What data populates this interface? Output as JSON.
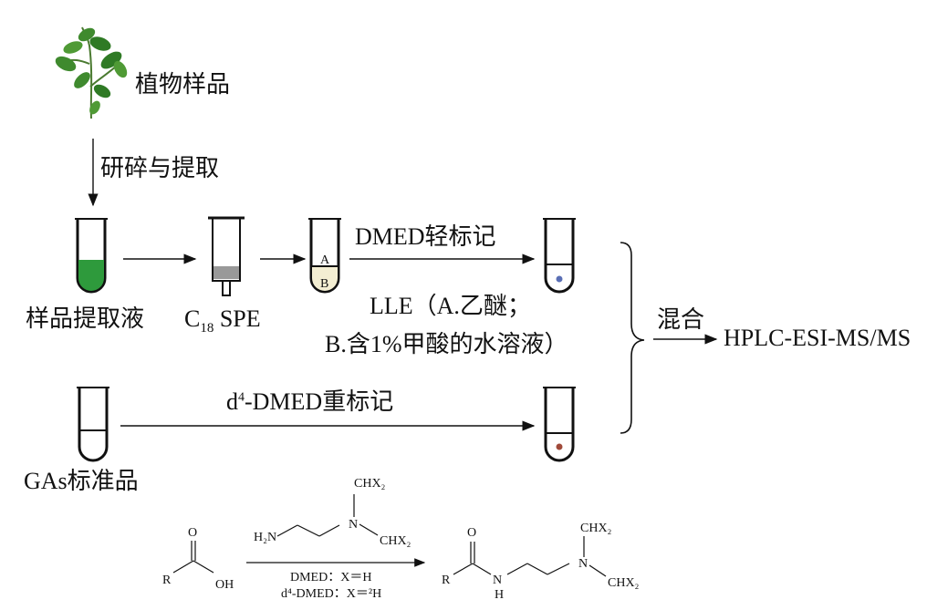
{
  "labels": {
    "plant_sample": "植物样品",
    "grind_extract": "研碎与提取",
    "sample_extract": "样品提取液",
    "spe": {
      "base": "C",
      "sub": "18",
      "rest": " SPE"
    },
    "light_label": "DMED轻标记",
    "lle_line1": "LLE（A.乙醚；",
    "lle_line2": "B.含1%甲酸的水溶液）",
    "heavy_label": {
      "pre": "d",
      "sup": "4",
      "post": "-DMED重标记"
    },
    "gas_standard": "GAs标准品",
    "mix": "混合",
    "hplc": "HPLC-ESI-MS/MS",
    "tube_a": "A",
    "tube_b": "B"
  },
  "reaction": {
    "reactant_r": "R",
    "reactant_o": "O",
    "reactant_oh": "OH",
    "reagent_h2n": "H₂N",
    "reagent_n": "N",
    "reagent_chx2_top": "CHX₂",
    "reagent_chx2_right": "CHX₂",
    "cond_line1": "DMED：X＝H",
    "cond_line2": "d⁴-DMED：X＝²H",
    "product_r": "R",
    "product_o": "O",
    "product_n": "N",
    "product_h": "H",
    "product_n2": "N",
    "product_chx2_top": "CHX₂",
    "product_chx2_right": "CHX₂"
  },
  "colors": {
    "extract_green": "#2e9a3c",
    "dot_blue": "#5a6fb5",
    "dot_red": "#a04a3a",
    "plant_green": "#3f8a2e"
  }
}
